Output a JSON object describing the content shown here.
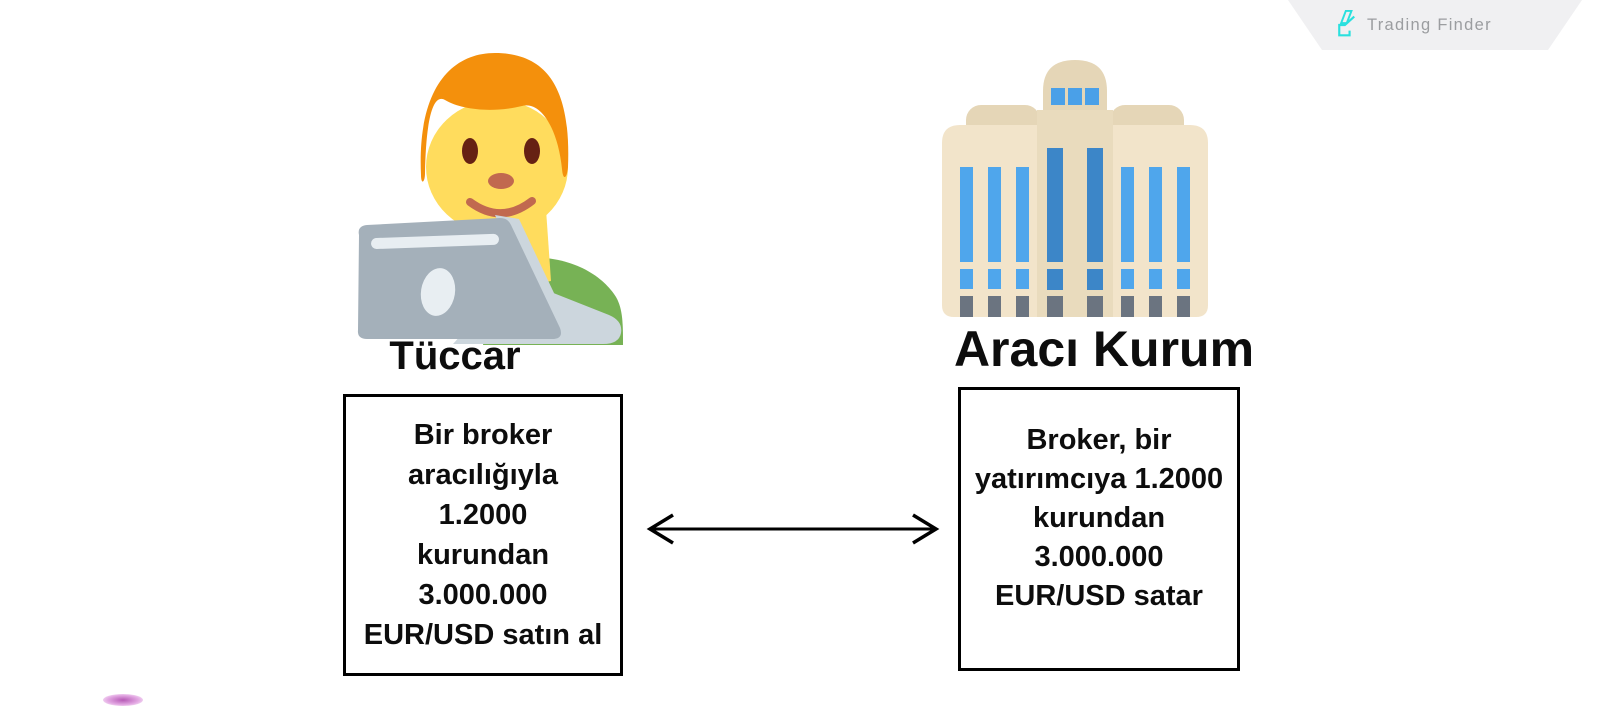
{
  "brand": {
    "label": "Trading Finder"
  },
  "trader": {
    "label": "Tüccar",
    "box_lines": [
      "Bir broker",
      "aracılığıyla",
      "1.2000",
      "kurundan",
      "3.000.000",
      "EUR/USD satın al"
    ]
  },
  "broker": {
    "label": "Aracı Kurum",
    "box_lines": [
      "Broker, bir",
      "yatırımcıya 1.2000",
      "kurundan",
      "3.000.000",
      "EUR/USD satar"
    ]
  },
  "arrow": {
    "direction": "double-headed"
  },
  "colors": {
    "badge_bg": "#f0f0f2",
    "logo_accent": "#2ae0de",
    "logo_text": "#9b9da0",
    "diagram_ink": "#000000",
    "trader_shirt": "#77B255",
    "trader_skin": "#FFDC5D",
    "trader_hair": "#F4900C",
    "laptop_gray": "#A4B0BA",
    "building_cream": "#F2E4CA",
    "building_tan": "#E5D6B7",
    "window_blue": "#4FA6EC",
    "window_dark_blue": "#3C86C8"
  }
}
